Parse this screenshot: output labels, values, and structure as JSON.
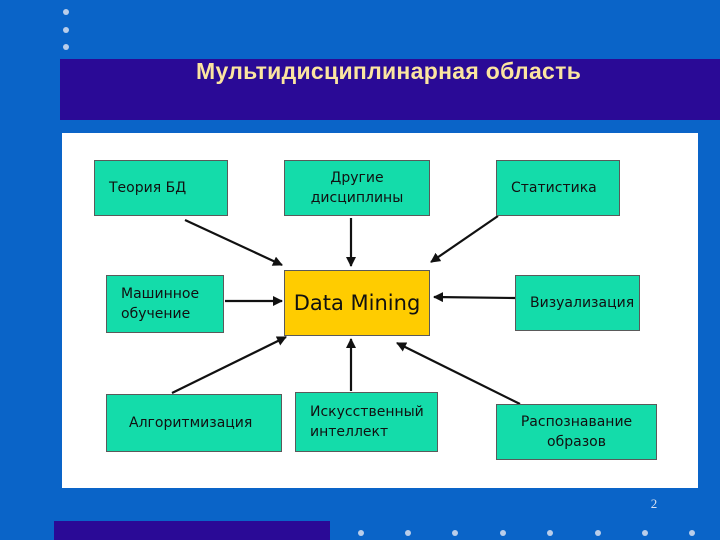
{
  "slide": {
    "title": "Мультидисциплинарная область",
    "page_number": "2"
  },
  "diagram": {
    "center": "Data Mining",
    "nodes": {
      "db_theory": "Теория  БД",
      "other_disciplines": "Другие\nдисциплины",
      "statistics": "Статистика",
      "machine_learning": "Машинное\nобучение",
      "visualization": "Визуализация",
      "algorithmization": "Алгоритмизация",
      "ai": "Искусственный\nинтеллект",
      "pattern_recognition": "Распознавание\nобразов"
    }
  },
  "colors": {
    "background": "#0a64c8",
    "title_band": "#2a0a96",
    "title_text": "#fbe5a0",
    "node_fill": "#14dcaa",
    "center_fill": "#ffcc00"
  }
}
